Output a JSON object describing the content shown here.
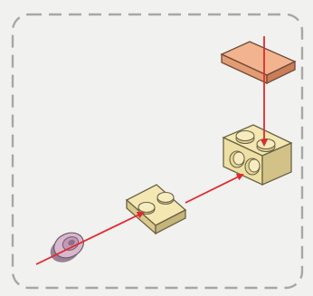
{
  "diagram": {
    "kind": "lego-assembly-step",
    "frame": {
      "style": "dashed-rounded",
      "color": "#a7a7a4"
    },
    "arrow_color": "#e02a2e",
    "parts": [
      {
        "id": "round-stud",
        "color": "#c9a7c0",
        "shape": "round plate 1x1"
      },
      {
        "id": "plate-1x2",
        "color": "#eee0a5",
        "shape": "plate 1x2 with stud"
      },
      {
        "id": "brick-with-side-studs",
        "color": "#eee0a5",
        "shape": "brick 1x2 with studs on side"
      },
      {
        "id": "tile-1x2",
        "color": "#e8a480",
        "shape": "tile 1x2"
      }
    ]
  }
}
